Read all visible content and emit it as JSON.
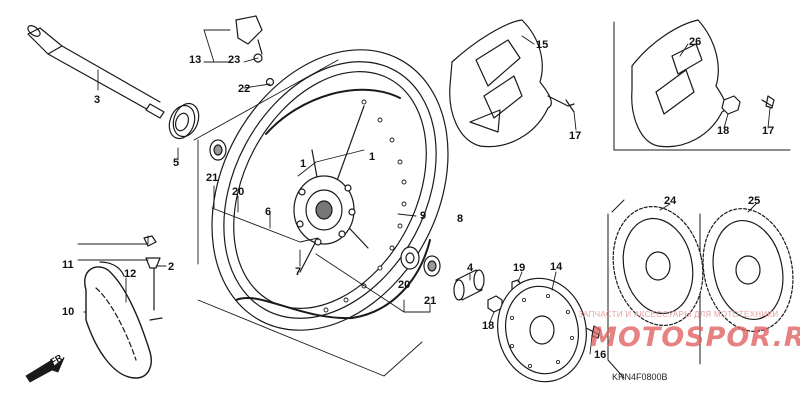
{
  "diagram": {
    "callouts": [
      {
        "id": "p1a",
        "text": "1"
      },
      {
        "id": "p1b",
        "text": "1"
      },
      {
        "id": "p2",
        "text": "2"
      },
      {
        "id": "p3",
        "text": "3"
      },
      {
        "id": "p4",
        "text": "4"
      },
      {
        "id": "p5",
        "text": "5"
      },
      {
        "id": "p6",
        "text": "6"
      },
      {
        "id": "p7",
        "text": "7"
      },
      {
        "id": "p8",
        "text": "8"
      },
      {
        "id": "p9",
        "text": "9"
      },
      {
        "id": "p10",
        "text": "10"
      },
      {
        "id": "p11",
        "text": "11"
      },
      {
        "id": "p12",
        "text": "12"
      },
      {
        "id": "p13",
        "text": "13"
      },
      {
        "id": "p14",
        "text": "14"
      },
      {
        "id": "p15",
        "text": "15"
      },
      {
        "id": "p16",
        "text": "16"
      },
      {
        "id": "p17a",
        "text": "17"
      },
      {
        "id": "p17b",
        "text": "17"
      },
      {
        "id": "p18a",
        "text": "18"
      },
      {
        "id": "p18b",
        "text": "18"
      },
      {
        "id": "p19",
        "text": "19"
      },
      {
        "id": "p20a",
        "text": "20"
      },
      {
        "id": "p20b",
        "text": "20"
      },
      {
        "id": "p21a",
        "text": "21"
      },
      {
        "id": "p21b",
        "text": "21"
      },
      {
        "id": "p22",
        "text": "22"
      },
      {
        "id": "p23",
        "text": "23"
      },
      {
        "id": "p24",
        "text": "24"
      },
      {
        "id": "p25",
        "text": "25"
      },
      {
        "id": "p26",
        "text": "26"
      }
    ],
    "front_label": "FR.",
    "diagram_code": "KRN4F0800B",
    "watermark_text": "ЗАПЧАСТИ И АКСЕССУАРЫ ДЛЯ МОТОТЕХНИКИ",
    "watermark_logo": "MOTOSPOR.RU",
    "colors": {
      "line": "#1a1a1a",
      "watermark": "#e06060",
      "background": "#ffffff"
    }
  }
}
